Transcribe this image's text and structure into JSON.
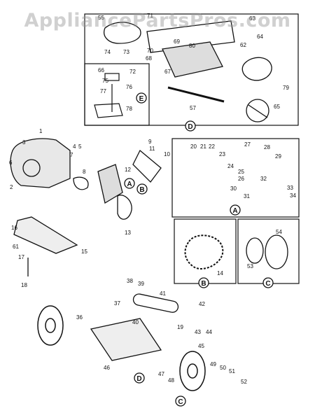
{
  "watermark": "AppliancePartsPros.com",
  "callouts": {
    "A": "A",
    "B": "B",
    "C": "C",
    "D": "D",
    "E": "E"
  },
  "labels": [
    "1",
    "2",
    "3",
    "4",
    "5",
    "6",
    "7",
    "8",
    "9",
    "10",
    "11",
    "12",
    "13",
    "14",
    "15",
    "16",
    "17",
    "18",
    "19",
    "20",
    "21",
    "22",
    "23",
    "24",
    "25",
    "26",
    "27",
    "28",
    "29",
    "30",
    "31",
    "32",
    "33",
    "34",
    "36",
    "37",
    "38",
    "39",
    "40",
    "41",
    "42",
    "43",
    "44",
    "45",
    "46",
    "47",
    "48",
    "49",
    "50",
    "51",
    "52",
    "53",
    "54",
    "55",
    "57",
    "61",
    "62",
    "63",
    "64",
    "65",
    "66",
    "67",
    "68",
    "69",
    "70",
    "71",
    "72",
    "73",
    "74",
    "75",
    "76",
    "77",
    "78",
    "79",
    "80"
  ]
}
